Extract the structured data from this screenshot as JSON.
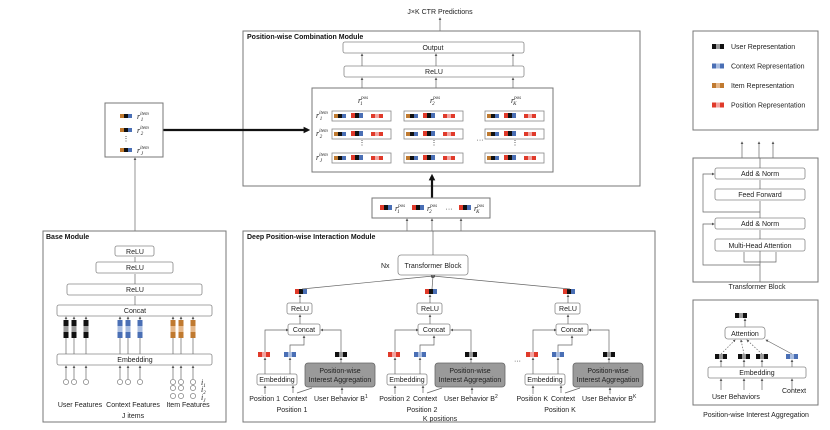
{
  "colors": {
    "user": [
      "#111111",
      "#9a9a9a",
      "#111111"
    ],
    "context": [
      "#4a6fb5",
      "#a9bde0",
      "#4a6fb5"
    ],
    "item": [
      "#c07a30",
      "#e6b88a",
      "#c07a30"
    ],
    "position": [
      "#e03a2a",
      "#f2a4a0",
      "#e03a2a"
    ]
  },
  "top_output": "J×K CTR Predictions",
  "combination": {
    "title": "Position-wise Combination Module",
    "output": "Output",
    "relu": "ReLU",
    "pos_labels": [
      "1",
      "2",
      "K"
    ],
    "item_labels": [
      "1",
      "2",
      "J"
    ],
    "r": "r",
    "pos_sup": "pos",
    "item_sup": "item",
    "ellipsis": "···",
    "vdots": "⋮"
  },
  "pos_vector": {
    "labels": [
      "1",
      "2",
      "K"
    ],
    "ellipsis": "···"
  },
  "base": {
    "title": "Base Module",
    "relu": "ReLU",
    "concat": "Concat",
    "embedding": "Embedding",
    "user_features": "User Features",
    "context_features": "Context Features",
    "item_features": "Item Features",
    "items_caption": "J items",
    "item_indices": [
      "1",
      "2",
      "J"
    ],
    "i": "i"
  },
  "interaction": {
    "title": "Deep Position-wise Interaction Module",
    "nx": "Nx",
    "transformer": "Transformer Block",
    "relu": "ReLU",
    "concat": "Concat",
    "embedding": "Embedding",
    "aggregation_line1": "Position-wise",
    "aggregation_line2": "Interest Aggregation",
    "context": "Context",
    "ellipsis": "···",
    "columns": [
      {
        "position": "Position 1",
        "behavior": "User Behavior B",
        "sup": "1",
        "caption": "Position 1"
      },
      {
        "position": "Position 2",
        "behavior": "User Behavior B",
        "sup": "2",
        "caption": "Position 2"
      },
      {
        "position": "Position K",
        "behavior": "User Behavior B",
        "sup": "K",
        "caption": "Position K"
      }
    ],
    "k_positions": "K positions"
  },
  "legend": {
    "items": [
      {
        "type": "user",
        "label": "User Representation"
      },
      {
        "type": "context",
        "label": "Context Representation"
      },
      {
        "type": "item",
        "label": "Item Representation"
      },
      {
        "type": "position",
        "label": "Position Representation"
      }
    ]
  },
  "transformer_block": {
    "add_norm_top": "Add & Norm",
    "feed_forward": "Feed Forward",
    "add_norm_bottom": "Add & Norm",
    "attention": "Multi-Head Attention",
    "caption": "Transformer Block"
  },
  "aggregation": {
    "attention": "Attention",
    "embedding": "Embedding",
    "user_behaviors": "User Behaviors",
    "context": "Context",
    "caption": "Position-wise Interest Aggregation"
  }
}
